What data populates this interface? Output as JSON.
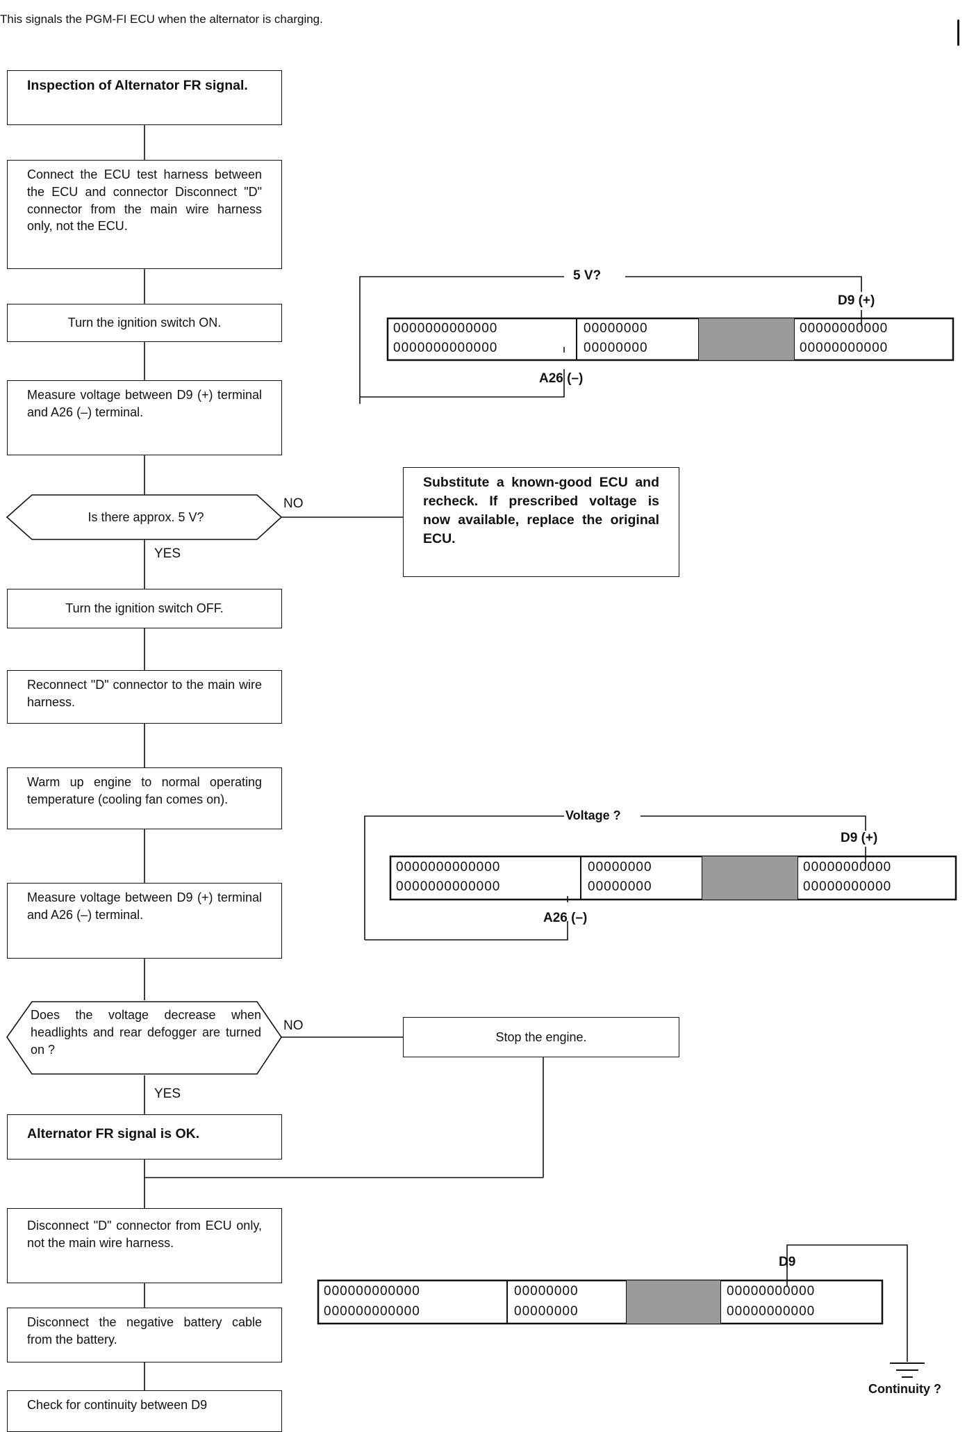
{
  "intro": "This signals the PGM-FI ECU when the alternator is charging.",
  "steps": {
    "s1": "Inspection of Alternator FR signal.",
    "s2": "Connect the ECU test harness between the ECU and connector Disconnect \"D\" connector from the main wire harness only, not the ECU.",
    "s3": "Turn the ignition switch ON.",
    "s4": "Measure voltage between D9 (+) terminal and A26 (–) terminal.",
    "d1": "Is there approx. 5 V?",
    "no1": "Substitute a known-good ECU and recheck. If prescribed voltage is now available, replace the original ECU.",
    "s5": "Turn the ignition switch OFF.",
    "s6": "Reconnect \"D\" connector to the main wire harness.",
    "s7": "Warm up engine to normal operating temperature (cooling fan comes on).",
    "s8": "Measure voltage between D9 (+) terminal and A26 (–) terminal.",
    "d2": "Does the voltage decrease when headlights and rear defogger are turned on ?",
    "no2": "Stop the engine.",
    "ok": "Alternator FR signal is OK.",
    "s9": "Disconnect \"D\" connector from ECU only, not the main wire harness.",
    "s10": "Disconnect the negative battery cable from the battery.",
    "s11": "Check for continuity between D9"
  },
  "branch": {
    "no": "NO",
    "yes": "YES"
  },
  "connector": {
    "pins_block1": "0000000000000",
    "pins_block2": "00000000",
    "pins_block4": "00000000000",
    "pins_block1_short": "000000000000",
    "pins_block4_long": "00000000000"
  },
  "diagram1": {
    "meter": "5 V?",
    "pos": "D9 (+)",
    "neg": "A26 (–)"
  },
  "diagram2": {
    "meter": "Voltage ?",
    "pos": "D9 (+)",
    "neg": "A26 (–)"
  },
  "diagram3": {
    "pin": "D9",
    "meter": "Continuity ?"
  }
}
